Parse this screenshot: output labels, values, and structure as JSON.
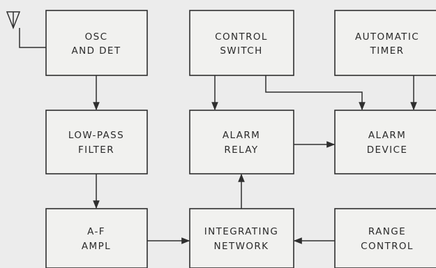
{
  "blocks": {
    "osc_det": [
      "OSC",
      "AND DET"
    ],
    "low_pass_filter": [
      "LOW-PASS",
      "FILTER"
    ],
    "af_ampl": [
      "A-F",
      "AMPL"
    ],
    "control_switch": [
      "CONTROL",
      "SWITCH"
    ],
    "alarm_relay": [
      "ALARM",
      "RELAY"
    ],
    "integrating_network": [
      "INTEGRATING",
      "NETWORK"
    ],
    "automatic_timer": [
      "AUTOMATIC",
      "TIMER"
    ],
    "alarm_device": [
      "ALARM",
      "DEVICE"
    ],
    "range_control": [
      "RANGE",
      "CONTROL"
    ]
  },
  "colors": {
    "background": "#ececec",
    "block_fill": "#f1f1ef",
    "line": "#2f2f2f",
    "text": "#2a2a2a"
  }
}
